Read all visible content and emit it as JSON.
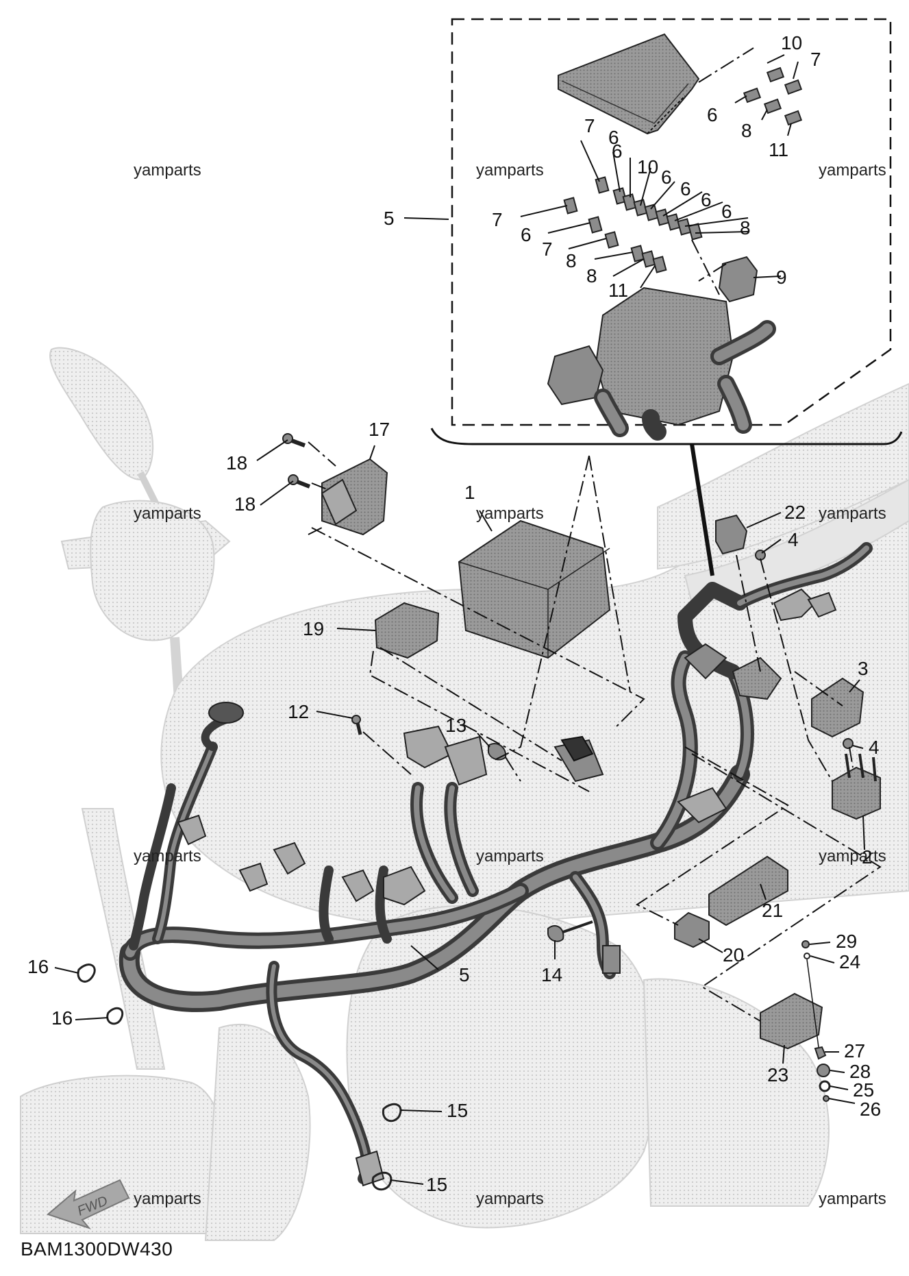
{
  "diagram_code": "BAM1300DW430",
  "fwd_label": "FWD",
  "watermark": "yamparts",
  "callouts": {
    "c1": "1",
    "c2": "2",
    "c3": "3",
    "c4": "4",
    "c5": "5",
    "c6": "6",
    "c7": "7",
    "c8": "8",
    "c9": "9",
    "c10": "10",
    "c11": "11",
    "c12": "12",
    "c13": "13",
    "c14": "14",
    "c15": "15",
    "c16": "16",
    "c17": "17",
    "c18": "18",
    "c19": "19",
    "c20": "20",
    "c21": "21",
    "c22": "22",
    "c23": "23",
    "c24": "24",
    "c25": "25",
    "c26": "26",
    "c27": "27",
    "c28": "28",
    "c29": "29"
  }
}
